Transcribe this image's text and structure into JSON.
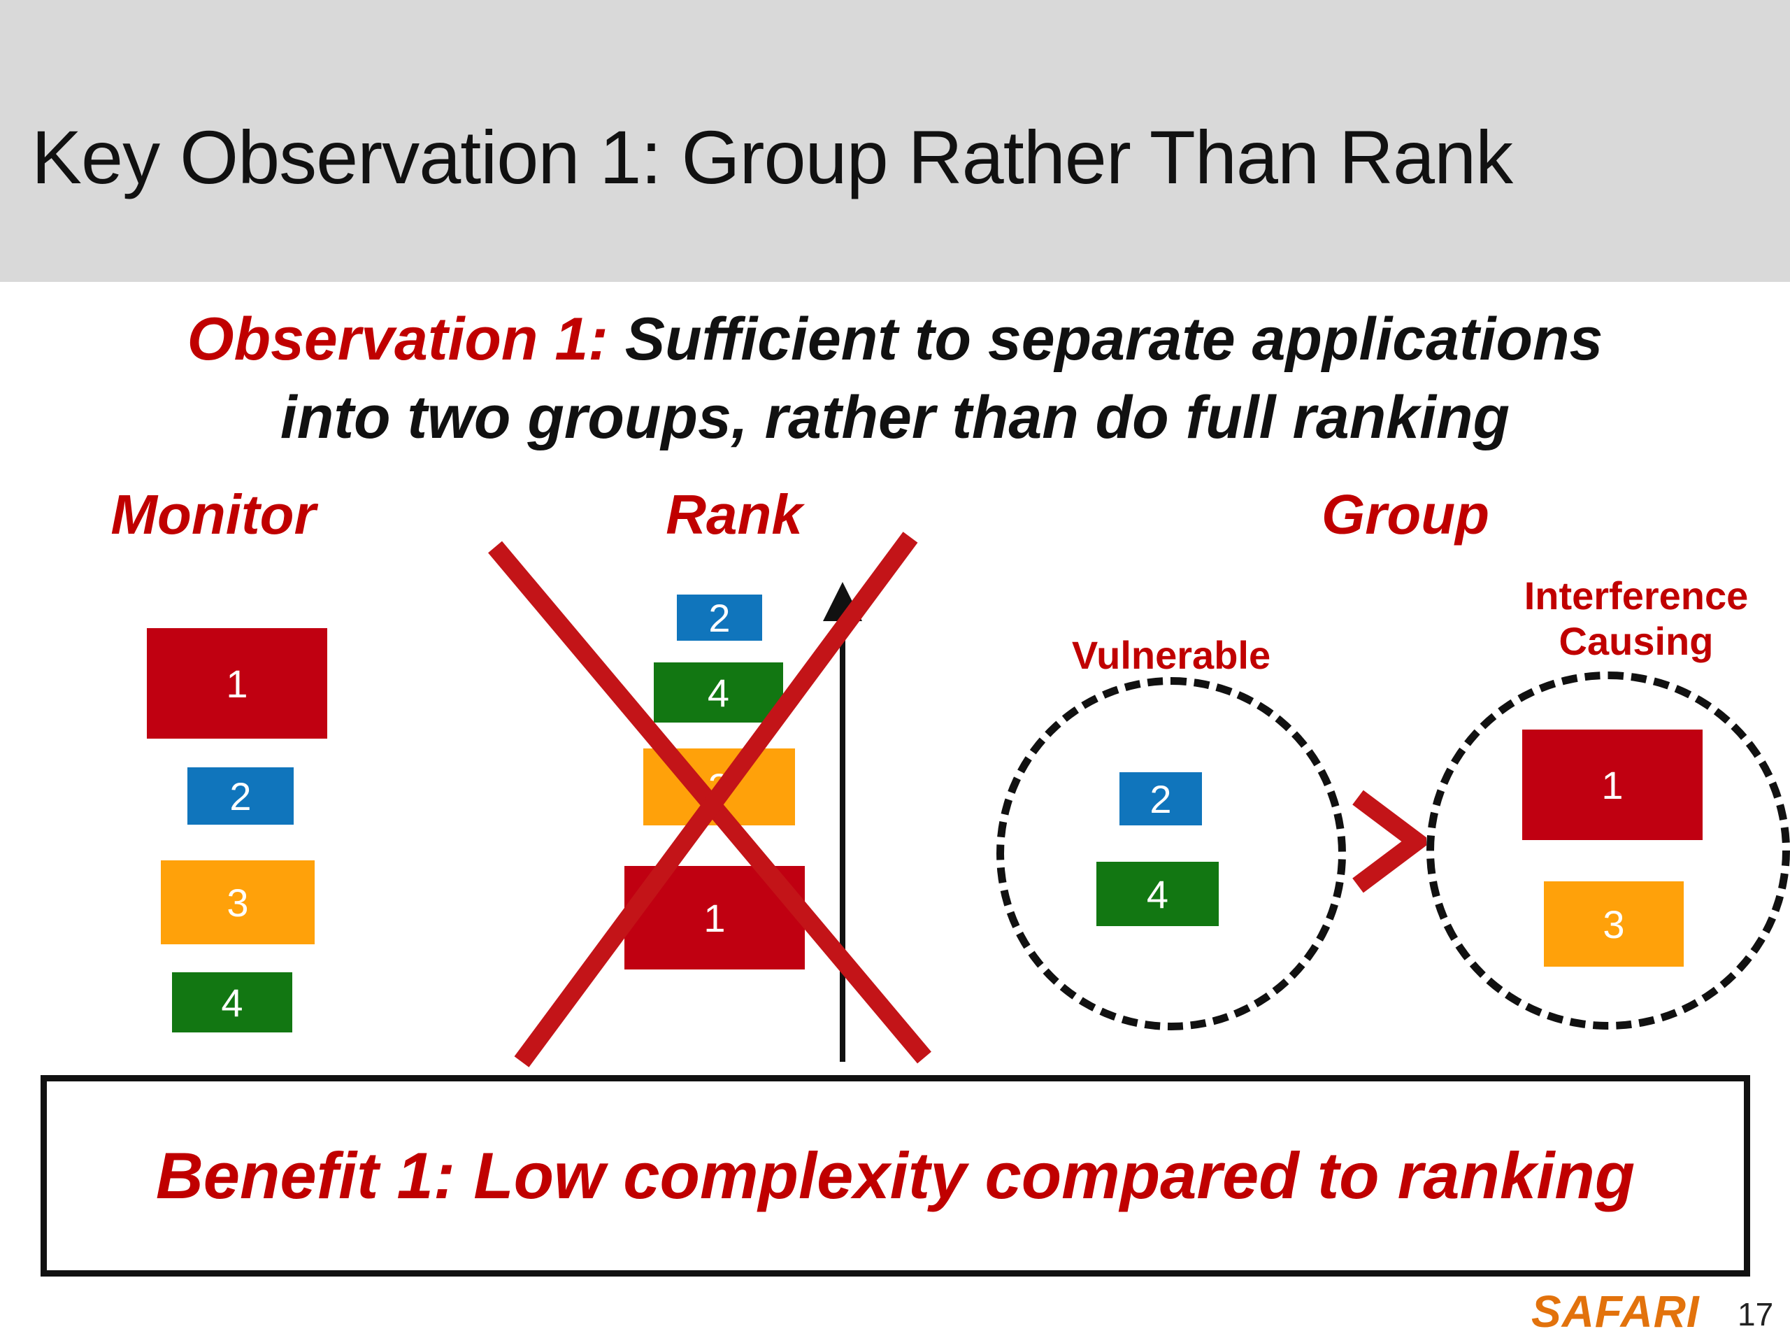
{
  "slide": {
    "title": "Key Observation 1: Group Rather Than Rank",
    "page_number": "17",
    "logo_text": "SAFARI",
    "header_bg": "#d9d9d9",
    "accent_red": "#C00000",
    "logo_color": "#E2720C"
  },
  "observation": {
    "lead": "Observation 1:",
    "line1_rest": " Sufficient to separate applications",
    "line2": "into two groups, rather than do full ranking"
  },
  "columns": {
    "monitor": {
      "heading": "Monitor",
      "blocks": [
        {
          "label": "1",
          "color": "#C00011",
          "color_name": "red"
        },
        {
          "label": "2",
          "color": "#1075BC",
          "color_name": "blue"
        },
        {
          "label": "3",
          "color": "#FFA10A",
          "color_name": "orange"
        },
        {
          "label": "4",
          "color": "#127712",
          "color_name": "green"
        }
      ]
    },
    "rank": {
      "heading": "Rank",
      "crossed_out": true,
      "axis_icon": "up-arrow-icon",
      "cross_icon": "red-cross-out-icon",
      "blocks": [
        {
          "label": "2",
          "color": "#1075BC",
          "color_name": "blue"
        },
        {
          "label": "4",
          "color": "#127712",
          "color_name": "green"
        },
        {
          "label": "3",
          "color": "#FFA10A",
          "color_name": "orange"
        },
        {
          "label": "1",
          "color": "#C00011",
          "color_name": "red"
        }
      ]
    },
    "group": {
      "heading": "Group",
      "comparator": ">",
      "sets": [
        {
          "label": "Vulnerable",
          "blocks": [
            {
              "label": "2",
              "color": "#1075BC",
              "color_name": "blue"
            },
            {
              "label": "4",
              "color": "#127712",
              "color_name": "green"
            }
          ]
        },
        {
          "label": "Interference Causing",
          "label_line1": "Interference",
          "label_line2": "Causing",
          "blocks": [
            {
              "label": "1",
              "color": "#C00011",
              "color_name": "red"
            },
            {
              "label": "3",
              "color": "#FFA10A",
              "color_name": "orange"
            }
          ]
        }
      ]
    }
  },
  "benefit": {
    "text": "Benefit 1: Low complexity compared to ranking"
  }
}
